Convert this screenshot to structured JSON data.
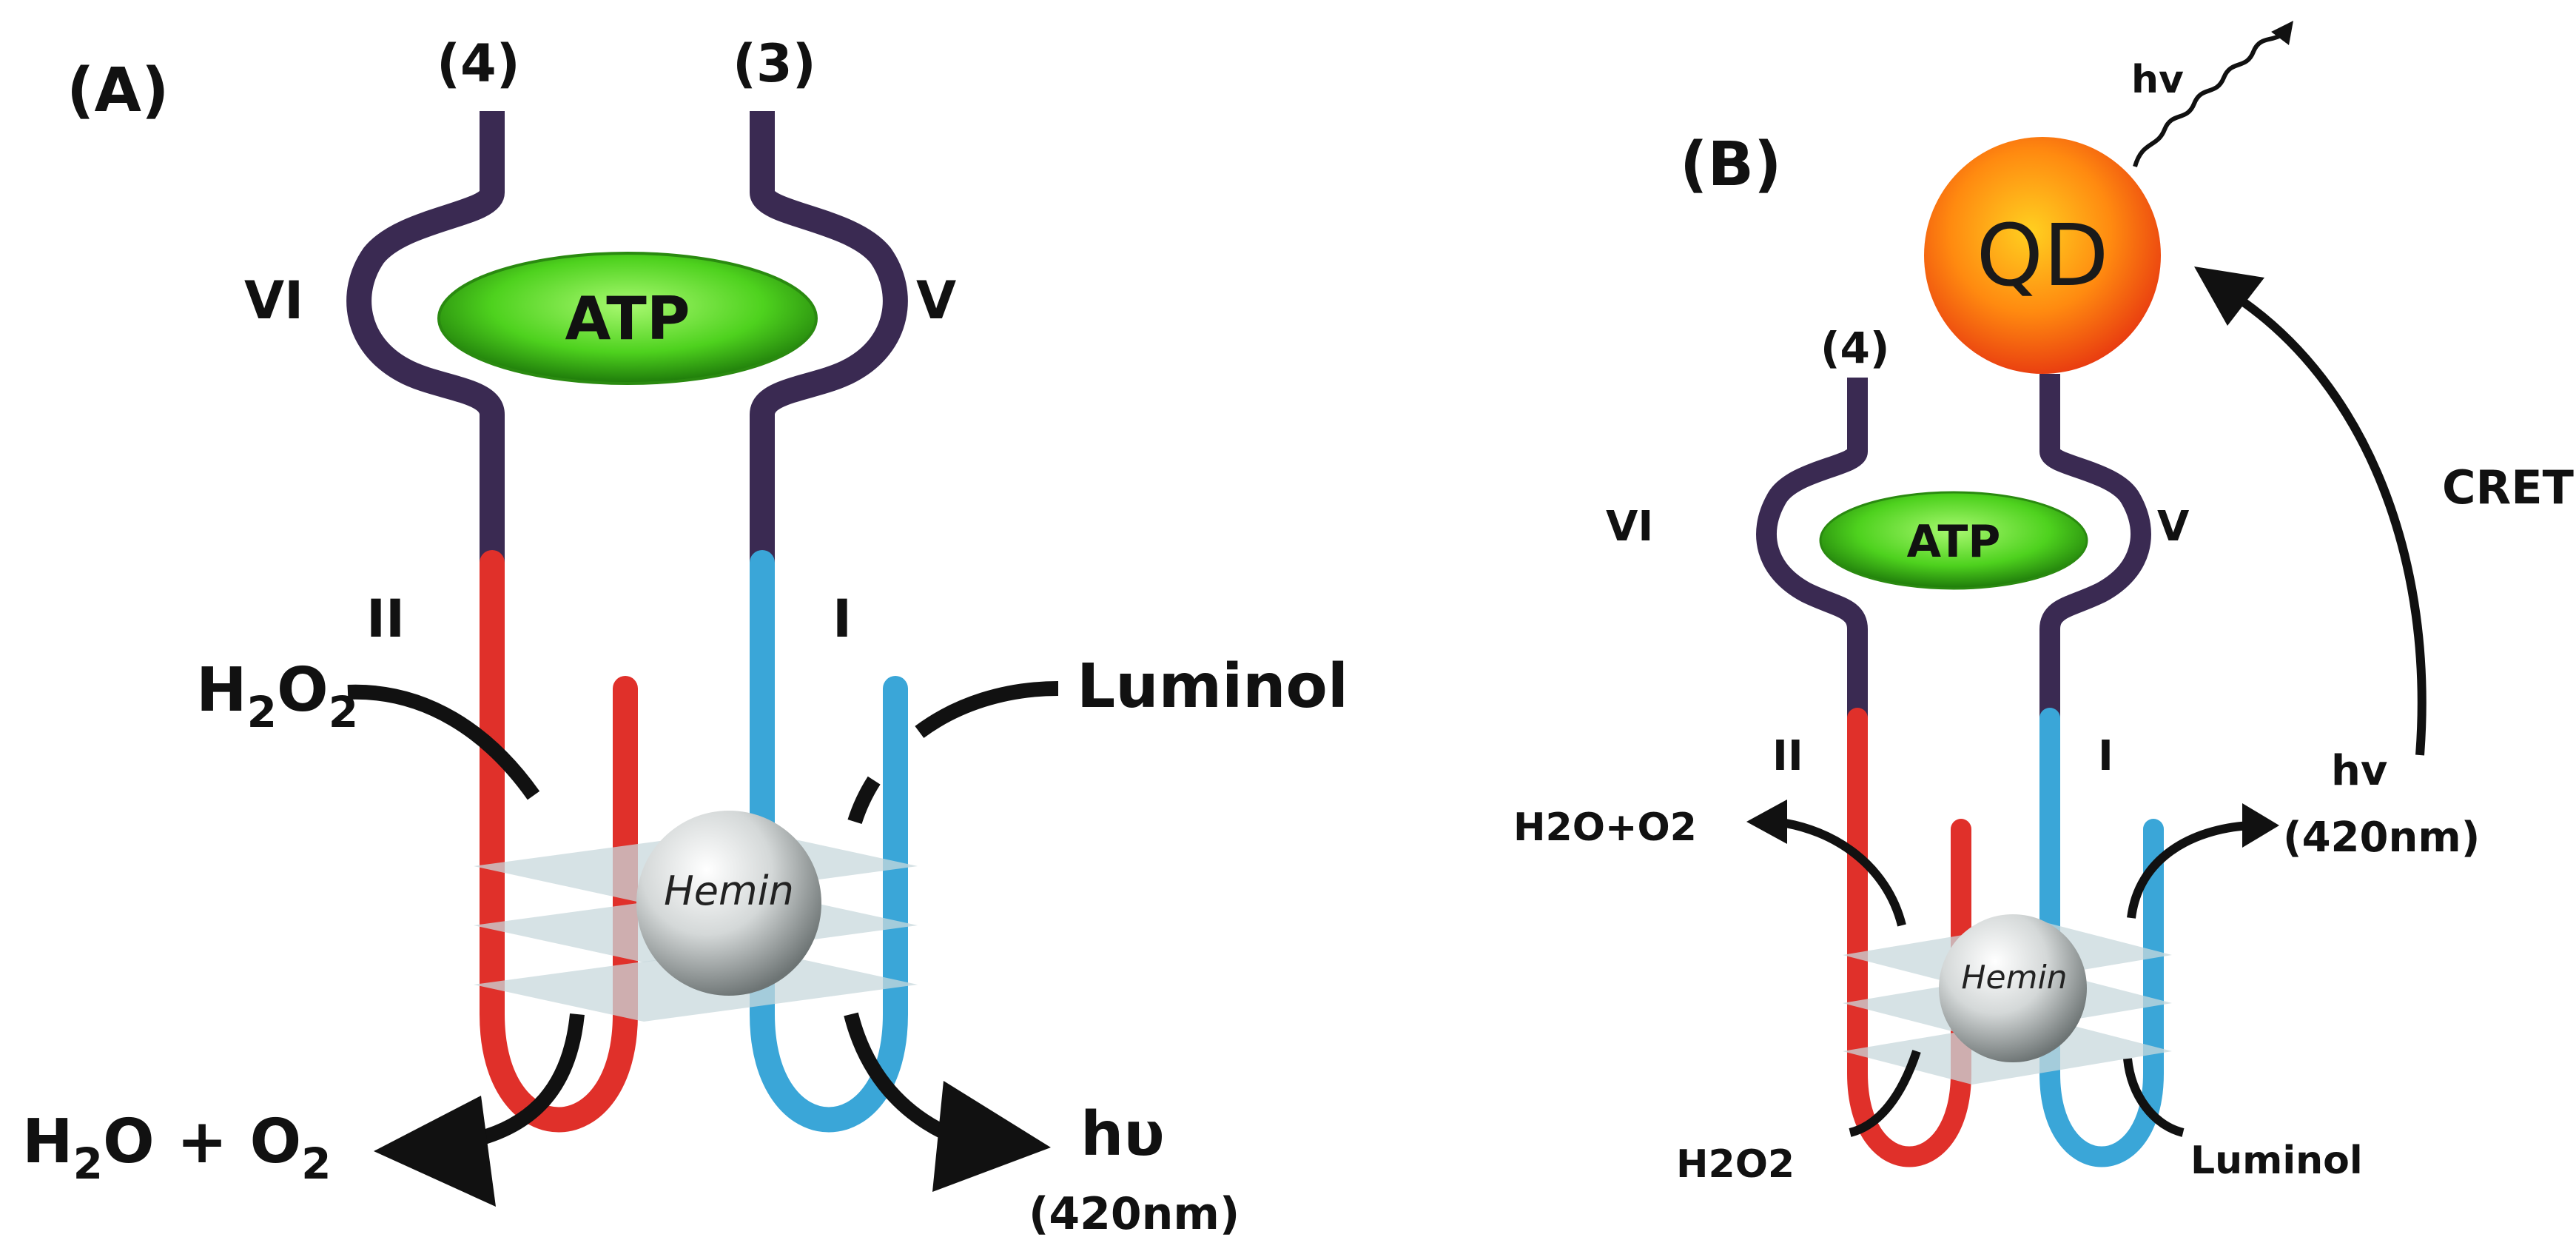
{
  "colors": {
    "loop": "#3a2a52",
    "loop_edge": "#8a7aa8",
    "red_strand": "#e0302a",
    "blue_strand": "#3aa6d8",
    "atp_green": "#4ed21e",
    "qd_orange": "#f05a10",
    "plate": "#c8d8dc",
    "arrow": "#111111"
  },
  "panel_a": {
    "panel_label": "(A)",
    "strand_label_left": "(4)",
    "strand_label_right": "(3)",
    "region_vi": "VI",
    "region_v": "V",
    "region_ii": "II",
    "region_i": "I",
    "atp": "ATP",
    "hemin": "Hemin",
    "h2o2_main": "H",
    "h2o2_sub1": "2",
    "h2o2_o": "O",
    "h2o2_sub2": "2",
    "luminol": "Luminol",
    "product_h2o_h": "H",
    "product_h2o_sub": "2",
    "product_h2o_o": "O",
    "product_plus": "+",
    "product_o2": "O",
    "product_o2_sub": "2",
    "hv": "hυ",
    "wavelength": "(420nm)"
  },
  "panel_b": {
    "panel_label": "(B)",
    "strand_label_left": "(4)",
    "region_vi": "VI",
    "region_v": "V",
    "region_ii": "II",
    "region_i": "I",
    "atp": "ATP",
    "hemin": "Hemin",
    "qd": "QD",
    "hv_top": "hv",
    "cret": "CRET",
    "hv_mid": "hv",
    "wavelength": "(420nm)",
    "products": "H2O+O2",
    "h2o2": "H2O2",
    "luminol": "Luminol"
  }
}
